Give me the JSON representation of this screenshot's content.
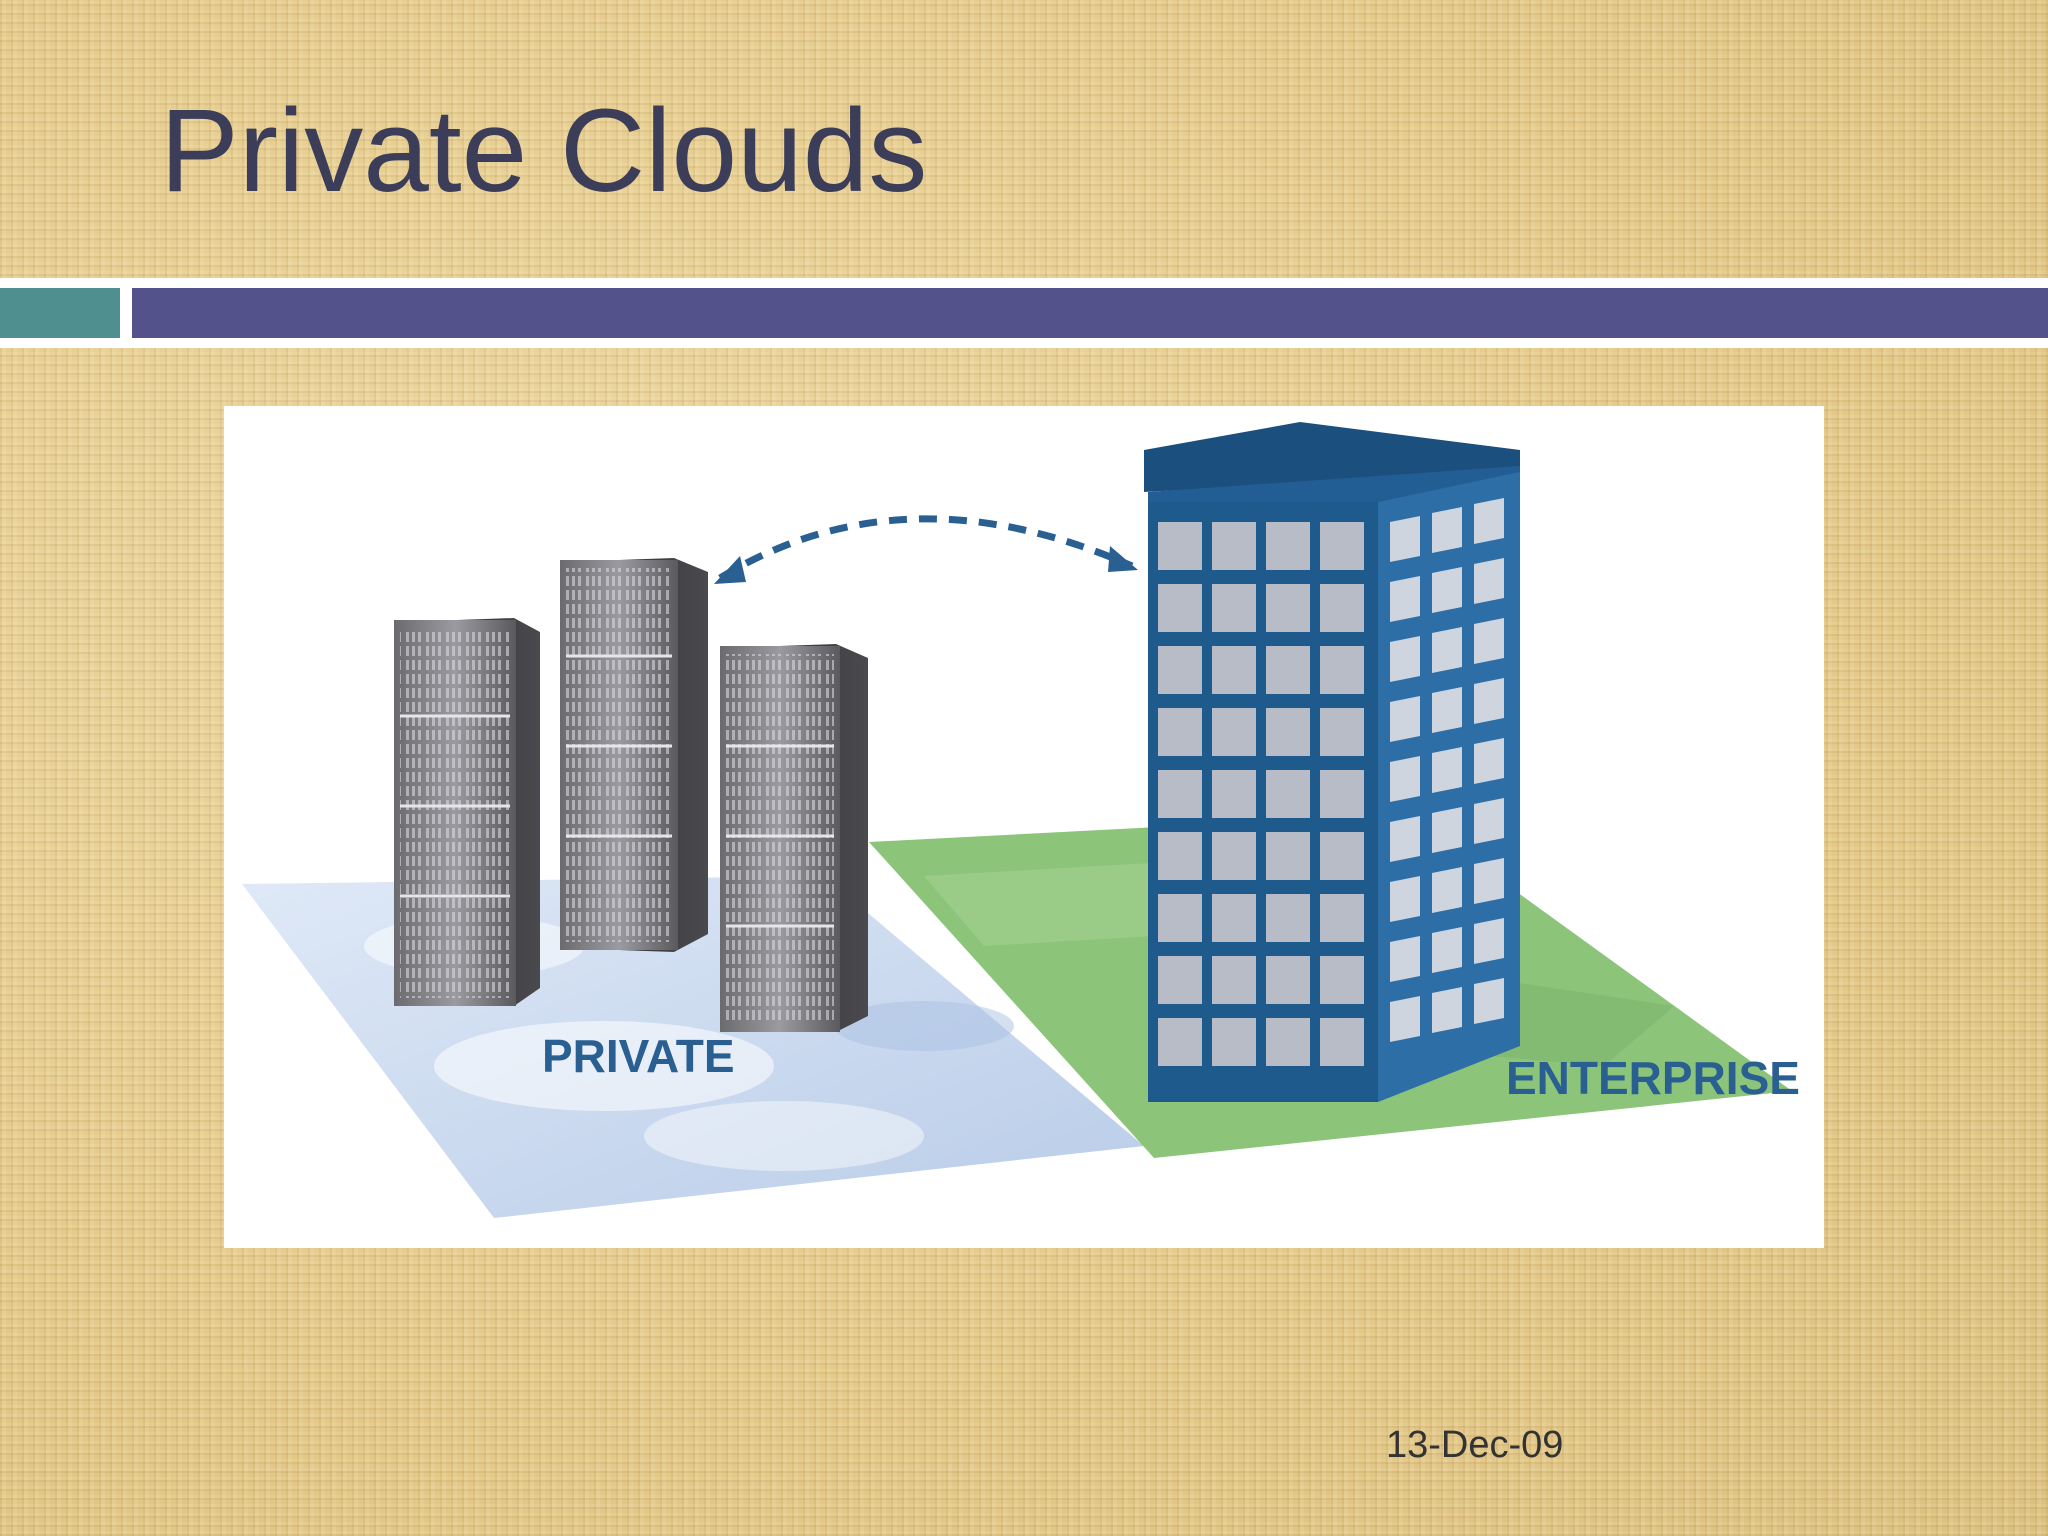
{
  "slide": {
    "title": "Private Clouds",
    "date": "13-Dec-09"
  },
  "diagram": {
    "labels": {
      "private": "PRIVATE",
      "enterprise": "ENTERPRISE"
    },
    "colors": {
      "title": "#3c3d58",
      "band_teal": "#4f8f8f",
      "band_purple": "#53528a",
      "building": "#1f5a8c",
      "label": "#2a5f92",
      "grass": "#8cc47a",
      "cloud_ground": "#c9d9ef"
    }
  }
}
